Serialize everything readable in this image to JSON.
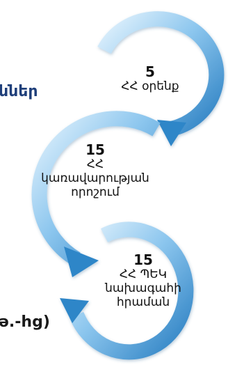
{
  "side_text": {
    "top": "ններ",
    "bottom": "ə.-hg)"
  },
  "steps": [
    {
      "number": "5",
      "lines": [
        "ՀՀ օրենք"
      ]
    },
    {
      "number": "15",
      "lines": [
        "ՀՀ",
        "կառավարության",
        "որոշում"
      ]
    },
    {
      "number": "15",
      "lines": [
        "ՀՀ ՊԵԿ",
        "նախագահի",
        "հրաման"
      ]
    }
  ],
  "colors": {
    "arrow_light": "#d6ecfb",
    "arrow_mid": "#7dbdea",
    "arrow_dark": "#2f86c8",
    "side_top_text": "#1f3f7a",
    "side_bottom_text": "#1a1a1a"
  }
}
